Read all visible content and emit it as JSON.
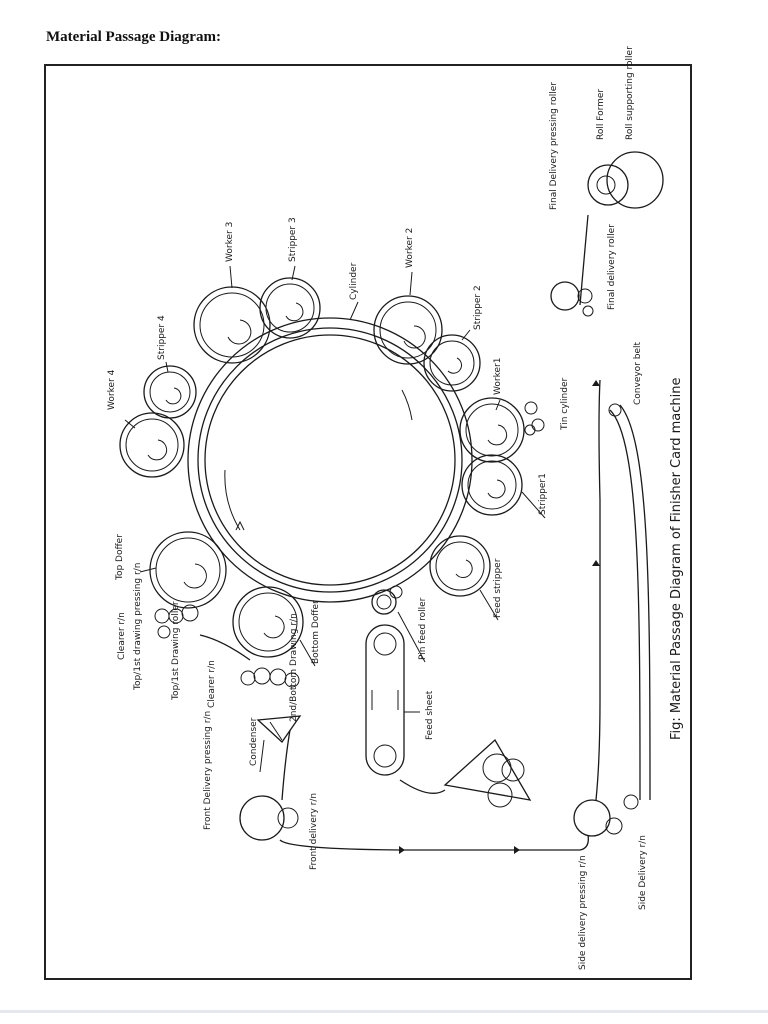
{
  "page": {
    "heading": "Material Passage Diagram:"
  },
  "diagram": {
    "caption": "Fig: Material Passage Diagram of Finisher Card machine",
    "labels": {
      "final_delivery_pressing_roller": "Final Delivery pressing roller",
      "roll_former": "Roll Former",
      "roll_supporting_roller": "Roll supporting roller",
      "final_delivery_roller": "Final delivery roller",
      "conveyor_belt": "Conveyor belt",
      "worker_4": "Worker 4",
      "stripper_4": "Stripper 4",
      "worker_3": "Worker 3",
      "stripper_3": "Stripper 3",
      "cylinder": "Cylinder",
      "worker_2": "Worker 2",
      "stripper_2": "Stripper 2",
      "worker_1": "Worker1",
      "tin_cylinder": "Tin cylinder",
      "stripper_1": "Stripper1",
      "feed_stripper": "Feed stripper",
      "top_doffer": "Top Doffer",
      "clearer_r_n_top": "Clearer r/n",
      "top_1st_drawing_pressing": "Top/1st drawing pressing r/n",
      "top_1st_drawing_roller": "Top/1st Drawing roller",
      "clearer_r_n": "Clearer r/n",
      "bottom_doffer": "Bottom Doffer",
      "second_bottom_drawing": "2nd/Bottom Drawing r/n",
      "condenser": "Condenser",
      "pin_feed_roller": "Pin feed roller",
      "feed_sheet": "Feed sheet",
      "front_delivery_pressing": "Front Delivery pressing r/n",
      "front_delivery": "Front delivery r/n",
      "side_delivery_pressing": "Side delivery pressing r/n",
      "side_delivery": "Side Delivery r/n"
    }
  }
}
